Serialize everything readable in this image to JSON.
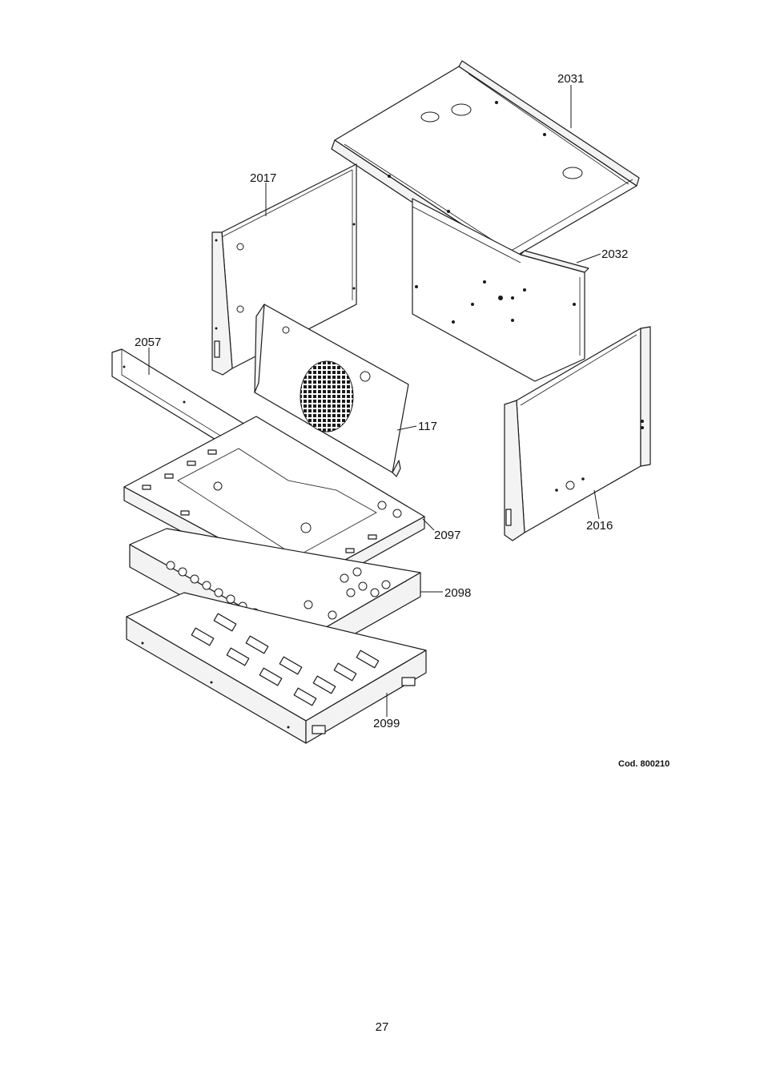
{
  "diagram": {
    "part_labels": {
      "p2031": "2031",
      "p2032": "2032",
      "p2017": "2017",
      "p2057": "2057",
      "p117": "117",
      "p2016": "2016",
      "p2097": "2097",
      "p2098": "2098",
      "p2099": "2099"
    }
  },
  "footer": {
    "code": "Cod. 800210",
    "page_number": "27"
  }
}
